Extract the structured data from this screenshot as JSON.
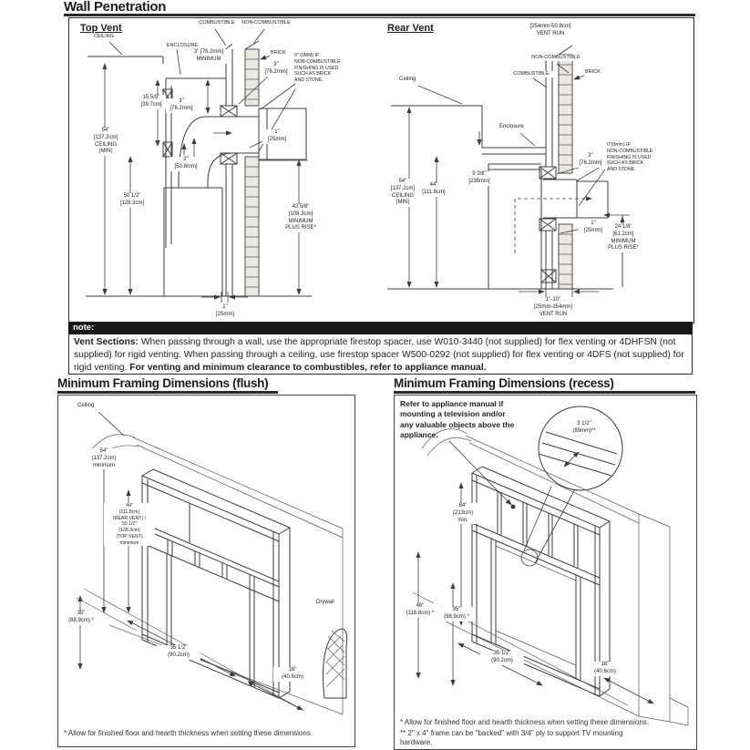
{
  "colors": {
    "ink": "#262626",
    "line": "#3c3c3c",
    "note_bar_bg": "#191919",
    "note_bar_text": "#ffffff",
    "brick_fill": "#ebe8e3",
    "paper": "#ffffff"
  },
  "page": {
    "title": "Wall Penetration"
  },
  "top_vent": {
    "heading": "Top Vent",
    "labels": {
      "ceiling": "CEILING",
      "enclosure": "ENCLOSURE",
      "combustible": "COMBUSTIBLE",
      "non_combustible": "NON-COMBUSTIBLE",
      "brick": "BRICK",
      "min_3": "3\" [76.2mm]\nMINIMUM",
      "wall_3": "3\"\n[76.2mm]",
      "zero_clearance": "0\" (0MM) IF\nNON-COMBUSTIBLE\nFINISHING IS USED\nSUCH AS BRICK\nAND STONE.",
      "d15_58": "15 5/8\"\n[39.7cm]",
      "elbow_3": "3\"\n[76.2mm]",
      "d54": "54\"\n[137.2cm]\nCEILING\n(MIN)",
      "d1": "1\"\n[25mm]",
      "d2": "2\"\n[50.8mm]",
      "d50_12": "50 1/2\"\n[128.3cm]",
      "d42_58": "42 5/8\"\n[108.3cm]\nMINIMUM\nPLUS RISE*",
      "d1_bottom": "1\"\n[25mm]"
    }
  },
  "rear_vent": {
    "heading": "Rear Vent",
    "labels": {
      "vent_run_top": "[254mm-50.8cm]\nVENT RUN",
      "ceiling": "Ceiling",
      "non_combustible": "NON-COMBUSTIBLE",
      "combustible": "COMBUSTIBLE",
      "brick": "BRICK",
      "enclosure": "Enclosure",
      "zero_clearance": "0\"(0mm) IF\nNON-COMBUSTIBLE\nFINISHING IS USED\nSUCH AS BRICK\nAND STONE.",
      "wall_3": "3\"\n[76.2mm]",
      "d54": "54\"\n[137.2cm]\nCEILING\n(MIN)",
      "d44": "44\"\n[111.8cm]",
      "d9_38": "9 3/8\"\n[238mm]",
      "d1": "1\"\n[25mm]",
      "d24_18": "24 1/8\"\n[61.2cm]\nMINIMUM\nPLUS RISE*",
      "vent_run_bottom": "1\"-10\"\n[25mm-254mm]\nVENT RUN"
    }
  },
  "note": {
    "header": "note:",
    "lead": "Vent Sections:",
    "body": " When passing through a wall, use the appropriate firestop spacer, use W010-3440 (not supplied) for flex venting or 4DHFSN (not supplied) for rigid venting. When passing through a ceiling, use firestop spacer W500-0292 (not supplied) for flex venting or 4DFS (not supplied) for rigid venting. ",
    "tail": "For venting and minimum clearance to combustibles, refer to appliance manual."
  },
  "framing_flush": {
    "heading": "Minimum Framing Dimensions (flush)",
    "labels": {
      "ceiling": "Ceiling",
      "d54": "54\"\n(137.2cm)\nminimum",
      "d44_50": "44\"\n(111.8cm)\n(REAR VENT) /\n50 1/2\"\n(128.3cm)\n(TOP VENT)\nminimum",
      "d35": "35\"\n(88.9cm) *",
      "d35_12": "35 1/2\"\n(90.2cm)",
      "d16": "16\"\n(40.6cm)",
      "drywall": "Drywall"
    },
    "footnote": "* Allow for finished floor and hearth thickness when setting these dimensions."
  },
  "framing_recess": {
    "heading": "Minimum Framing Dimensions (recess)",
    "annotation": "Refer to appliance manual if\nmounting a television and/or\nany valuable objects above the\nappliance.",
    "labels": {
      "d3_12": "3 1/2\"\n(89mm)**",
      "d84": "84\"\n(213cm)\nmin.",
      "d46": "46\"\n(116.8cm) *",
      "d35": "35\"\n(88.9cm) *",
      "d35_12": "35 1/2\"\n(90.2cm)",
      "d16": "16\"\n(40.6cm)"
    },
    "footnotes": {
      "f1": "* Allow for finished floor and hearth thickness when setting these dimensions.",
      "f2": "** 2\" x 4\" frame can be \"backed\" with 3/4\" ply to support TV mounting\nhardware."
    }
  }
}
